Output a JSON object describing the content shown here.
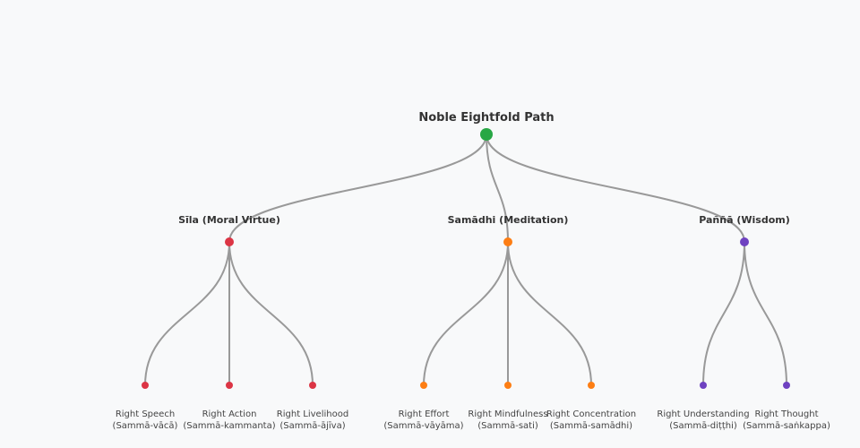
{
  "colors": {
    "background": "#f8f9fa",
    "link": "#999999",
    "root": "#28a745",
    "sila": "#dc3545",
    "samadhi": "#fd7e14",
    "panna": "#6f42c1"
  },
  "root": {
    "label": "Noble Eightfold Path",
    "color": "#28a745"
  },
  "branches": [
    {
      "label": "Sīla (Moral Virtue)",
      "color": "#dc3545",
      "children": [
        {
          "name": "Right Speech",
          "pali": "(Sammā-vācā)"
        },
        {
          "name": "Right Action",
          "pali": "(Sammā-kammanta)"
        },
        {
          "name": "Right Livelihood",
          "pali": "(Sammā-ājīva)"
        }
      ]
    },
    {
      "label": "Samādhi (Meditation)",
      "color": "#fd7e14",
      "children": [
        {
          "name": "Right Effort",
          "pali": "(Sammā-vāyāma)"
        },
        {
          "name": "Right Mindfulness",
          "pali": "(Sammā-sati)"
        },
        {
          "name": "Right Concentration",
          "pali": "(Sammā-samādhi)"
        }
      ]
    },
    {
      "label": "Paññā (Wisdom)",
      "color": "#6f42c1",
      "children": [
        {
          "name": "Right Understanding",
          "pali": "(Sammā-diṭṭhi)"
        },
        {
          "name": "Right Thought",
          "pali": "(Sammā-saṅkappa)"
        }
      ]
    }
  ]
}
